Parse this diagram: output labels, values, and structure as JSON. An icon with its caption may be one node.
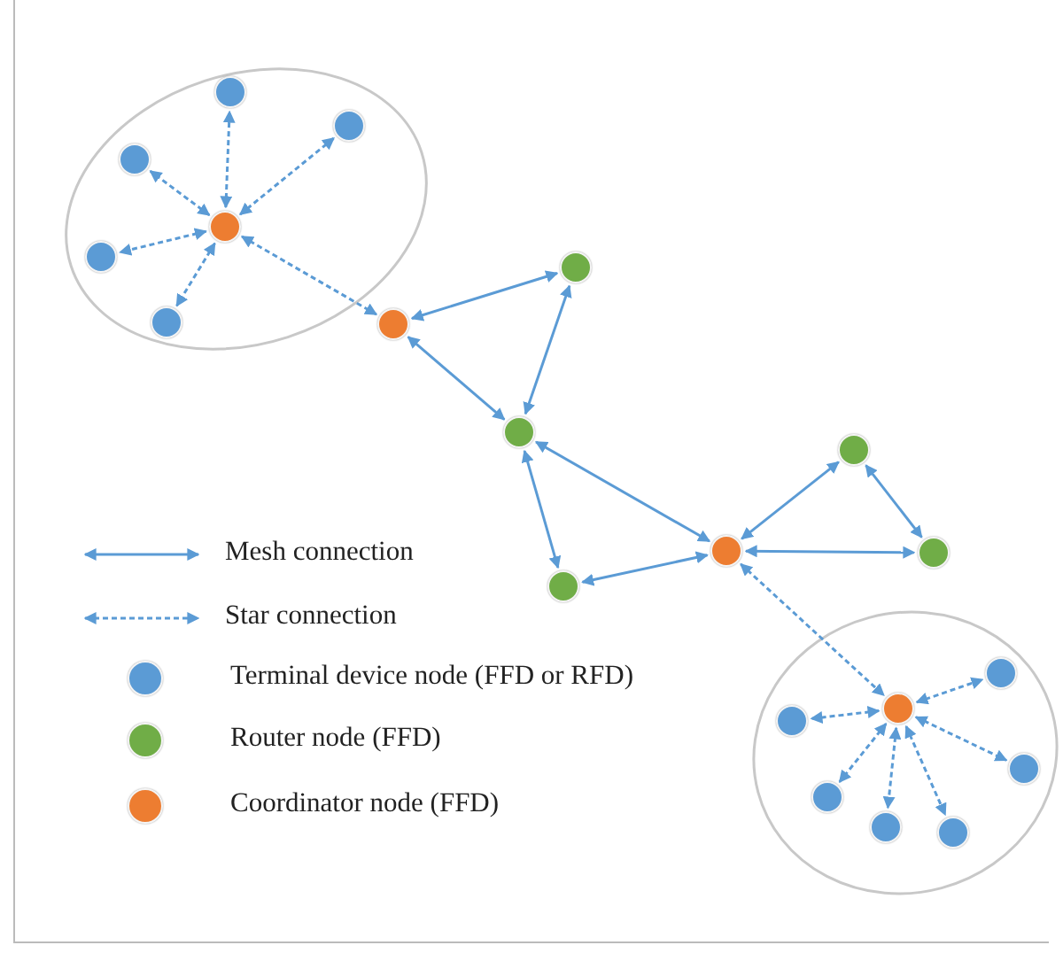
{
  "diagram": {
    "nodes": [
      {
        "text": [],
        "shape": "circle"
      },
      {
        "text": [],
        "shape": "circle"
      },
      {
        "text": [],
        "shape": "circle"
      },
      {
        "text": [],
        "shape": "circle"
      },
      {
        "text": [],
        "shape": "circle"
      },
      {
        "text": [],
        "shape": "circle"
      },
      {
        "text": [],
        "shape": "circle"
      },
      {
        "text": [],
        "shape": "circle"
      },
      {
        "text": [],
        "shape": "circle"
      },
      {
        "text": [],
        "shape": "circle"
      },
      {
        "text": [],
        "shape": "circle"
      },
      {
        "text": [],
        "shape": "circle"
      },
      {
        "text": [],
        "shape": "circle"
      },
      {
        "text": [],
        "shape": "circle"
      },
      {
        "text": [],
        "shape": "circle"
      },
      {
        "text": [],
        "shape": "circle"
      },
      {
        "text": [],
        "shape": "circle"
      },
      {
        "text": [],
        "shape": "circle"
      },
      {
        "text": [],
        "shape": "circle"
      },
      {
        "text": [],
        "shape": "circle"
      }
    ],
    "edges": [
      {
        "from": 3,
        "to": 0,
        "arrow": "both",
        "style": "dashed"
      },
      {
        "from": 3,
        "to": 1,
        "arrow": "both",
        "style": "dashed"
      },
      {
        "from": 3,
        "to": 2,
        "arrow": "both",
        "style": "dashed"
      },
      {
        "from": 3,
        "to": 4,
        "arrow": "both",
        "style": "dashed"
      },
      {
        "from": 3,
        "to": 5,
        "arrow": "both",
        "style": "dashed"
      },
      {
        "from": 3,
        "to": 7,
        "arrow": "both",
        "style": "dashed"
      },
      {
        "from": 7,
        "to": 6,
        "arrow": "both"
      },
      {
        "from": 6,
        "to": 8,
        "arrow": "both"
      },
      {
        "from": 7,
        "to": 8,
        "arrow": "both"
      },
      {
        "from": 8,
        "to": 11,
        "arrow": "both"
      },
      {
        "from": 8,
        "to": 12,
        "arrow": "both"
      },
      {
        "from": 12,
        "to": 11,
        "arrow": "both"
      },
      {
        "from": 11,
        "to": 9,
        "arrow": "both"
      },
      {
        "from": 9,
        "to": 10,
        "arrow": "both"
      },
      {
        "from": 11,
        "to": 10,
        "arrow": "both"
      },
      {
        "from": 11,
        "to": 15,
        "arrow": "both",
        "style": "dashed"
      },
      {
        "from": 15,
        "to": 13,
        "arrow": "both",
        "style": "dashed"
      },
      {
        "from": 15,
        "to": 14,
        "arrow": "both",
        "style": "dashed"
      },
      {
        "from": 15,
        "to": 16,
        "arrow": "both",
        "style": "dashed"
      },
      {
        "from": 15,
        "to": 17,
        "arrow": "both",
        "style": "dashed"
      },
      {
        "from": 15,
        "to": 18,
        "arrow": "both",
        "style": "dashed"
      },
      {
        "from": 15,
        "to": 19,
        "arrow": "both",
        "style": "dashed"
      }
    ],
    "legend": [
      {
        "text": "Mesh connection"
      },
      {
        "text": "Star connection"
      },
      {
        "text": "Terminal device node (FFD or RFD)",
        "color": "#5b9bd5"
      },
      {
        "text": "Router node (FFD)",
        "color": "#70ad47"
      },
      {
        "text": "Coordinator node (FFD)",
        "color": "#ed7d31"
      }
    ]
  }
}
